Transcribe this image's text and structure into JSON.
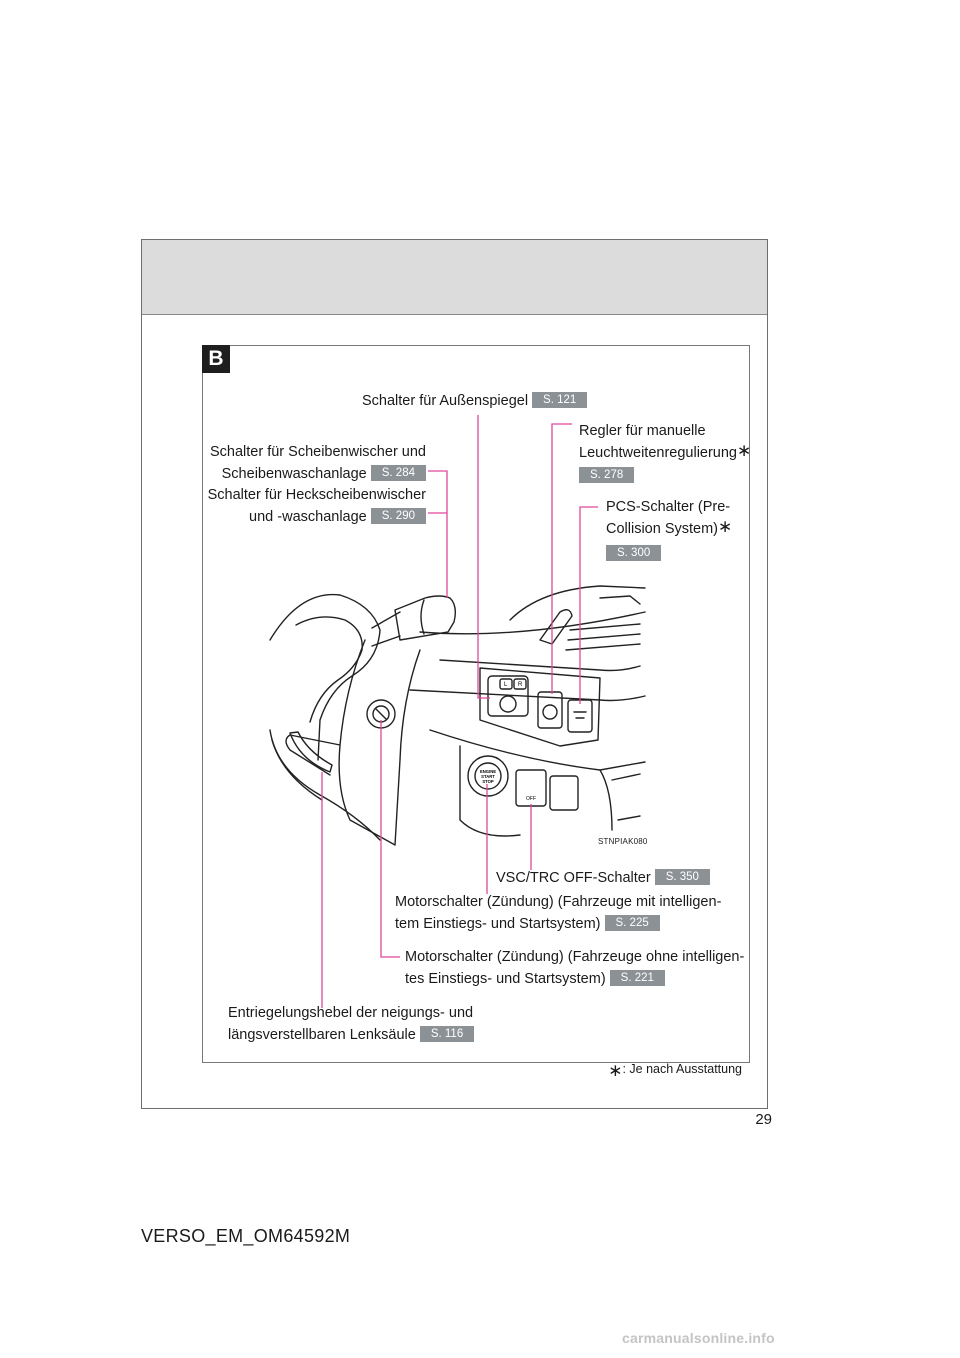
{
  "section_letter": "B",
  "labels": {
    "mirror_switch": {
      "text": "Schalter für Außenspiegel",
      "ref": "S. 121"
    },
    "wiper_switch": {
      "line1": "Schalter für Scheibenwischer und",
      "line2": "Scheibenwaschanlage",
      "ref": "S. 284"
    },
    "rear_wiper_switch": {
      "line1": "Schalter für Heckscheibenwischer",
      "line2": "und -waschanlage",
      "ref": "S. 290"
    },
    "headlight_leveling": {
      "line1": "Regler für manuelle",
      "line2": "Leuchtweitenregulierung",
      "asterisk": "∗",
      "ref": "S. 278"
    },
    "pcs_switch": {
      "line1": "PCS-Schalter (Pre-",
      "line2": "Collision System)",
      "asterisk": "∗",
      "ref": "S. 300"
    },
    "vsc_trc_switch": {
      "text": "VSC/TRC OFF-Schalter",
      "ref": "S. 350"
    },
    "engine_switch_smart": {
      "line1": "Motorschalter (Zündung) (Fahrzeuge mit intelligen-",
      "line2": "tem Einstiegs- und Startsystem)",
      "ref": "S. 225"
    },
    "engine_switch_no_smart": {
      "line1": "Motorschalter (Zündung) (Fahrzeuge ohne intelligen-",
      "line2": "tes Einstiegs- und Startsystem)",
      "ref": "S. 221"
    },
    "steering_lever": {
      "line1": "Entriegelungshebel der neigungs- und",
      "line2": "längsverstellbaren Lenksäule",
      "ref": "S. 116"
    }
  },
  "illustration": {
    "code": "STNPIAK080",
    "mirror_L": "L",
    "mirror_R": "R",
    "start_button_text": [
      "ENGINE",
      "START",
      "STOP"
    ],
    "vsc_label": "OFF"
  },
  "footnote": {
    "asterisk": "∗",
    "text": ": Je nach Ausstattung"
  },
  "page_number": "29",
  "doc_code": "VERSO_EM_OM64592M",
  "watermark": "carmanualsonline.info",
  "colors": {
    "leader_line": "#e0489b",
    "ref_badge": "#8c9196",
    "header_band": "#dcdcdc"
  }
}
